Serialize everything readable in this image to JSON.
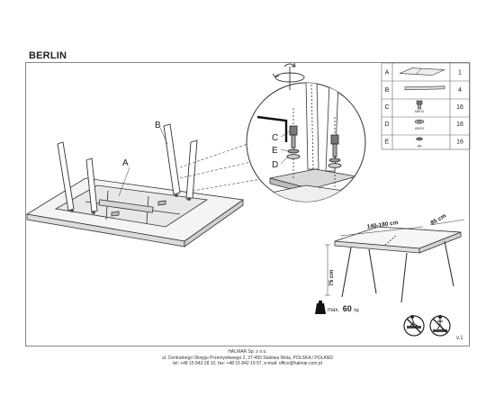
{
  "title": "BERLIN",
  "parts": [
    {
      "letter": "A",
      "qty": "1",
      "icon": "tabletop-icon",
      "spec": ""
    },
    {
      "letter": "B",
      "qty": "4",
      "icon": "table-leg-icon",
      "spec": ""
    },
    {
      "letter": "C",
      "qty": "16",
      "icon": "bolt-icon",
      "spec": "M8*20"
    },
    {
      "letter": "D",
      "qty": "16",
      "icon": "washer-icon",
      "spec": "Ø8*20"
    },
    {
      "letter": "E",
      "qty": "16",
      "icon": "spring-washer-icon",
      "spec": "Ø8"
    }
  ],
  "callouts": {
    "main_a": "A",
    "main_b": "B",
    "detail_c": "C",
    "detail_e": "E",
    "detail_d": "D"
  },
  "dimensions": {
    "length": "140-180 cm",
    "width": "85 cm",
    "height": "75 cm"
  },
  "load": {
    "label": "max.",
    "value": "60",
    "unit": "kg"
  },
  "footer": {
    "company": "HALMAR Sp. z o.o.",
    "address": "ul. Centralnego Okręgu Przemysłowego 2, 37-450 Stalowa Wola, POLSKA / POLAND",
    "contact": "tel: +48 15 843 28 10, fax: +48 15 842 19 57, e-mail: office@halmar.com.pl"
  },
  "version": "v.1"
}
